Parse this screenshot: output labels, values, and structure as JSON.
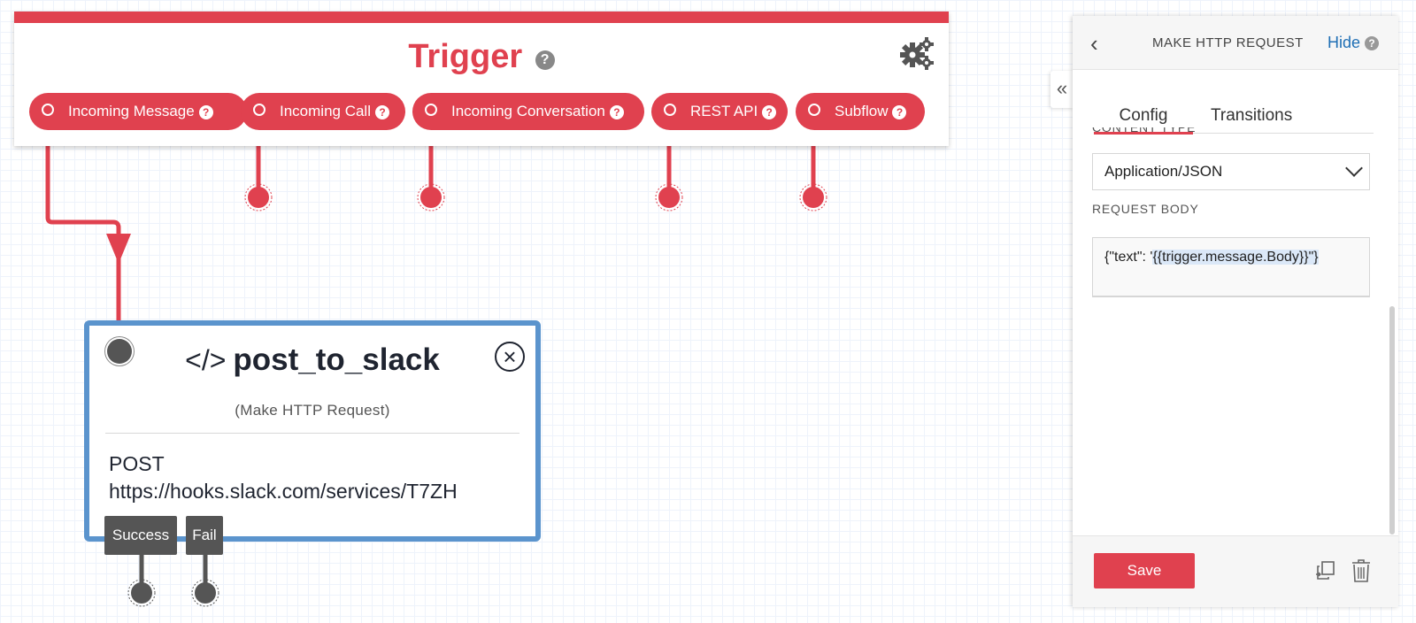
{
  "trigger": {
    "title": "Trigger",
    "help_glyph": "?",
    "settings_icon": "gears-icon",
    "triggers": [
      {
        "label": "Incoming Message",
        "help": "?"
      },
      {
        "label": "Incoming Call",
        "help": "?"
      },
      {
        "label": "Incoming Conversation",
        "help": "?"
      },
      {
        "label": "REST API",
        "help": "?"
      },
      {
        "label": "Subflow",
        "help": "?"
      }
    ]
  },
  "node": {
    "name": "post_to_slack",
    "code_glyph": "</>",
    "close_glyph": "×",
    "type_label": "(Make HTTP Request)",
    "method": "POST",
    "url": "https://hooks.slack.com/services/T7ZH",
    "outputs": {
      "success": "Success",
      "fail": "Fail"
    }
  },
  "panel": {
    "toggle_glyph": "«",
    "back_glyph": "‹",
    "title": "MAKE HTTP REQUEST",
    "hide_label": "Hide",
    "help": "?",
    "tabs": {
      "config": "Config",
      "transitions": "Transitions"
    },
    "content_type_label": "CONTENT TYPE",
    "content_type_value": "Application/JSON",
    "request_body_label": "REQUEST BODY",
    "request_body_prefix": "{\"text\": '",
    "request_body_selected": "{{trigger.message.Body}}\"}",
    "save_label": "Save"
  },
  "colors": {
    "brand_red": "#e0414f",
    "node_border_blue": "#5b94cd",
    "link_blue": "#1f6fb5",
    "dark_gray": "#555555"
  }
}
